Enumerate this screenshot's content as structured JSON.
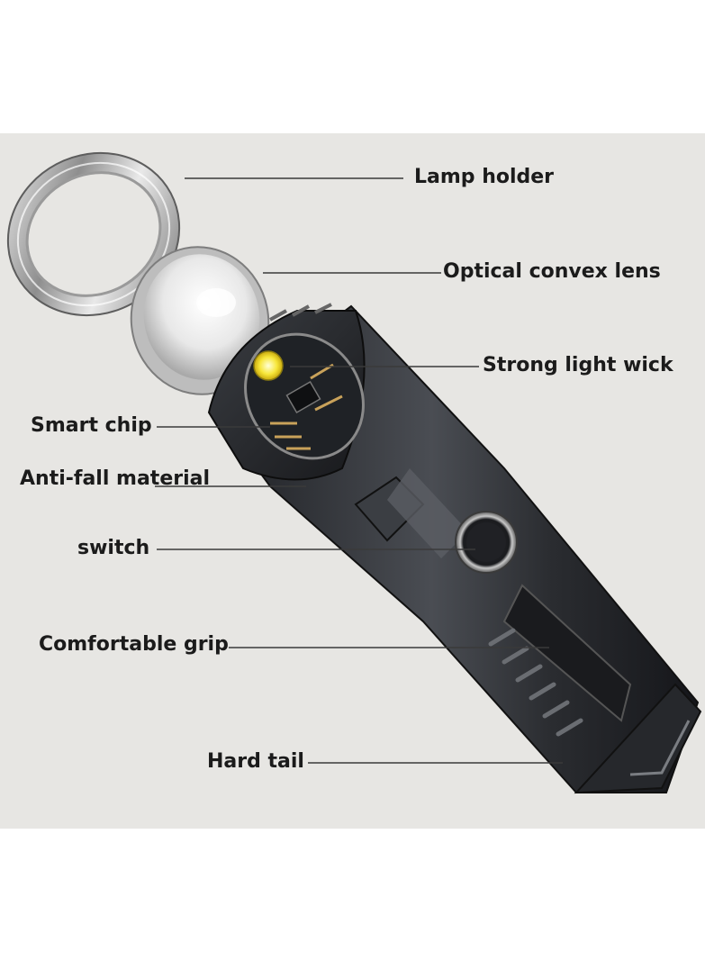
{
  "labels": {
    "lamp_holder": "Lamp holder",
    "optical_lens": "Optical convex lens",
    "light_wick": "Strong light wick",
    "smart_chip": "Smart chip",
    "anti_fall": "Anti-fall material",
    "switch": "switch",
    "grip": "Comfortable grip",
    "hard_tail": "Hard tail"
  },
  "colors": {
    "background": "#e7e6e3",
    "body": "#2b2d31",
    "led": "#f7e63a",
    "text": "#1b1b1b"
  }
}
